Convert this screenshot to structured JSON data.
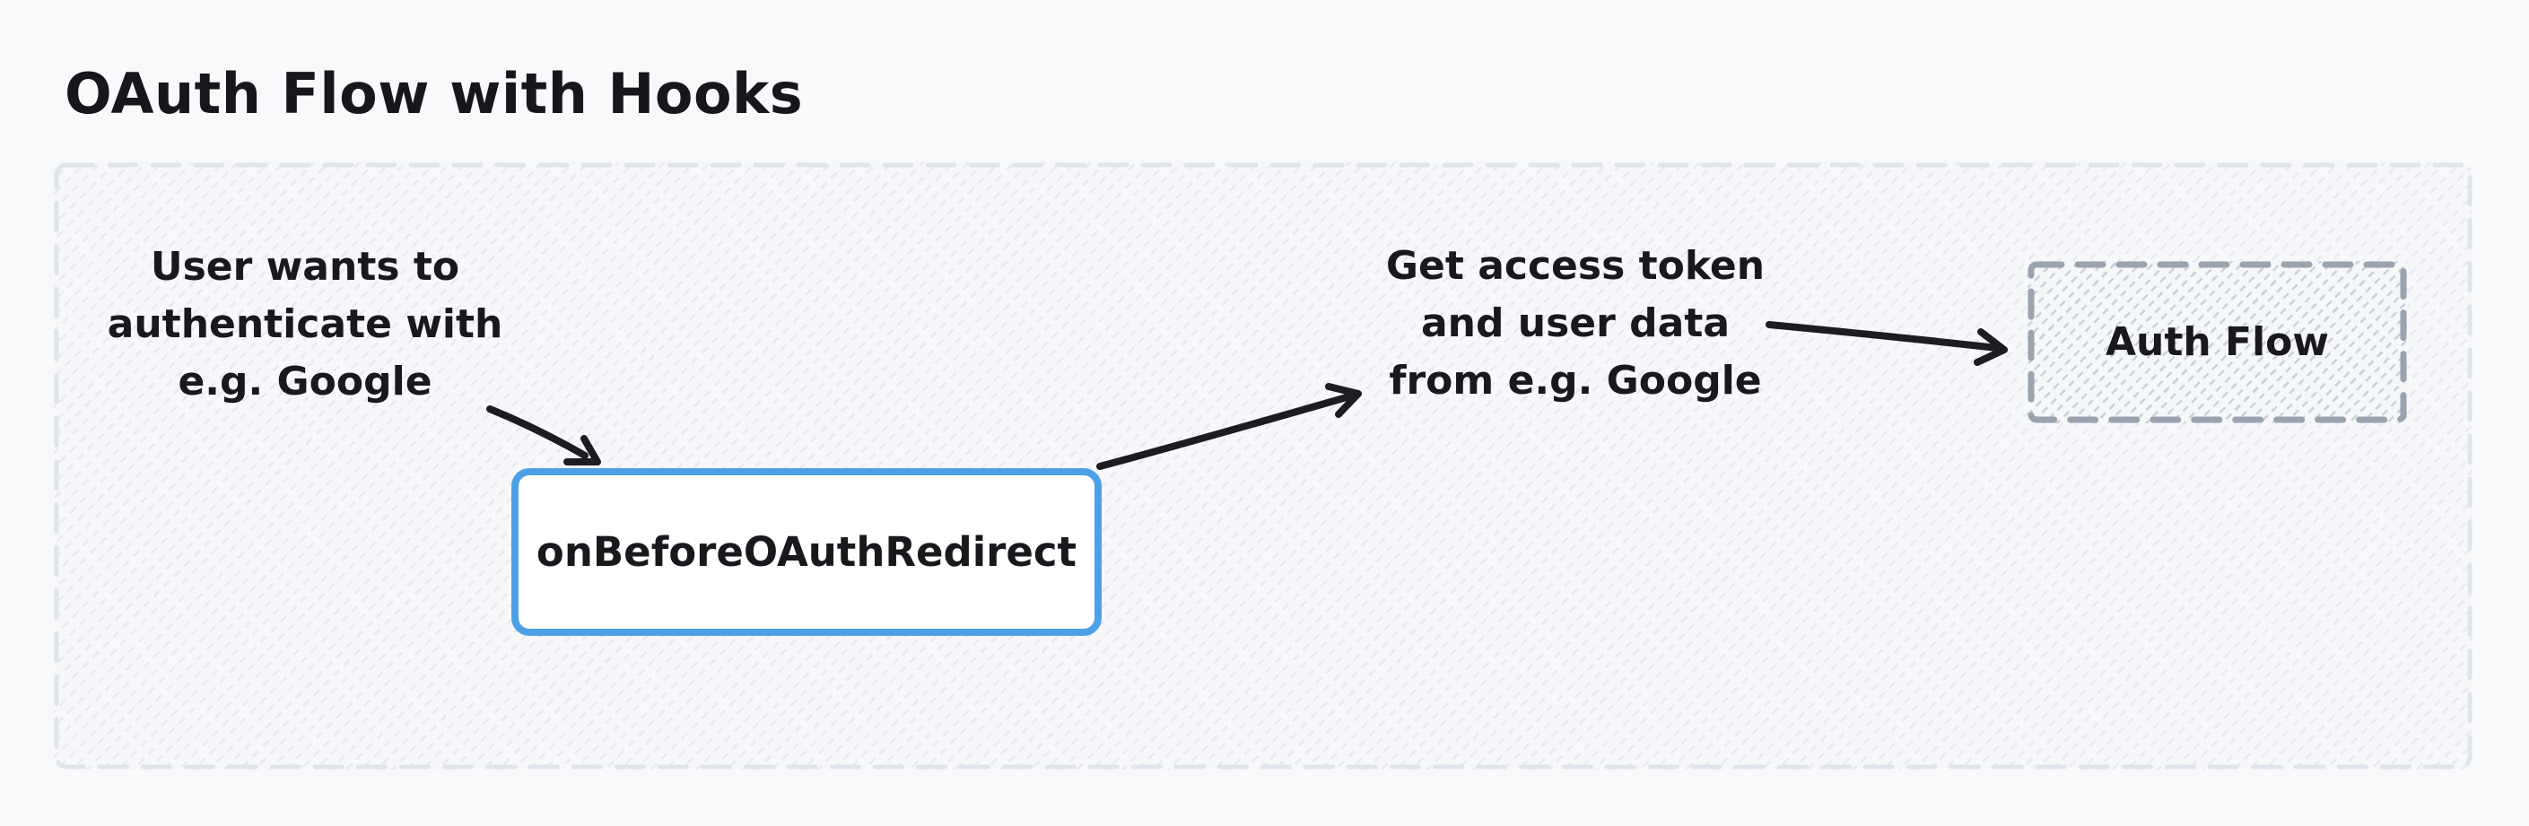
{
  "title": "OAuth Flow with Hooks",
  "colors": {
    "page_background": "#f8f9fb",
    "ink": "#1c1c21",
    "accent_blue": "#4da0e8",
    "canvas_dash": "#e1e4ea",
    "canvas_hatch": "#e8eaf0",
    "auth_flow_dash": "#9aa3ae",
    "auth_flow_hatch": "#cbd2dc"
  },
  "diagram": {
    "notes": {
      "user_intent": {
        "line1": "User wants to",
        "line2": "authenticate with",
        "line3": "e.g. Google"
      },
      "token": {
        "line1": "Get access token",
        "line2": "and user data",
        "line3": "from e.g. Google"
      }
    },
    "nodes": {
      "hook": {
        "label": "onBeforeOAuthRedirect",
        "style": "solid-blue-rounded"
      },
      "auth_flow": {
        "label": "Auth Flow",
        "style": "dashed-gray-hatched"
      }
    },
    "edges": [
      {
        "from": "user-intent-note",
        "to": "hook-node"
      },
      {
        "from": "hook-node",
        "to": "get-token-note"
      },
      {
        "from": "get-token-note",
        "to": "auth-flow-node"
      }
    ]
  }
}
